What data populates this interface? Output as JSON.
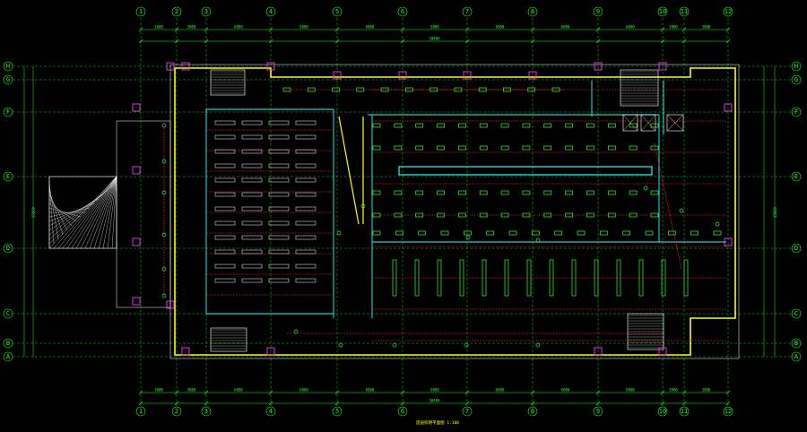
{
  "axes": {
    "top": [
      "1",
      "2",
      "3",
      "4",
      "5",
      "6",
      "7",
      "8",
      "9",
      "10",
      "11",
      "12"
    ],
    "left": [
      "H",
      "G",
      "F",
      "E",
      "D",
      "C",
      "B",
      "A"
    ],
    "right": [
      "H",
      "G",
      "F",
      "E",
      "D",
      "C",
      "B",
      "A"
    ]
  },
  "dimensions": {
    "top_total": "50400",
    "top_segments": [
      "3600",
      "3000",
      "6000",
      "6000",
      "6000",
      "6000",
      "6000",
      "6000",
      "6000",
      "3000",
      "3000"
    ],
    "bottom_total": "50400",
    "bottom_segments": [
      "3600",
      "3000",
      "6000",
      "6000",
      "6000",
      "6000",
      "6000",
      "6000",
      "6000",
      "3000",
      "3000"
    ],
    "left_total": "25800",
    "right_total": "25800"
  },
  "drawing_title": "底层照明平面图 1:100",
  "colors": {
    "background": "#000000",
    "axis": "#1aff1a",
    "wall": "#ffff00",
    "partition": "#22ffff",
    "circuit": "#ff2a2a",
    "fixture": "#33ff33",
    "column": "#ff33ff"
  }
}
